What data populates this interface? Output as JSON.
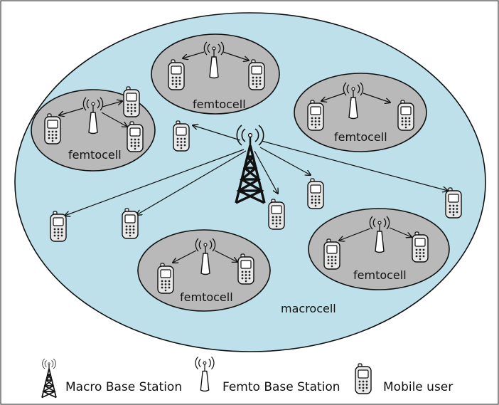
{
  "diagram": {
    "macro_label": "macrocell",
    "femtocells": [
      {
        "label": "femtocell"
      },
      {
        "label": "femtocell"
      },
      {
        "label": "femtocell"
      },
      {
        "label": "femtocell"
      },
      {
        "label": "femtocell"
      }
    ],
    "colors": {
      "macrocell_fill": "#bde0ea",
      "femtocell_fill": "#b9b9b9",
      "phone_fill": "#e8e8e8",
      "stroke": "#111111"
    }
  },
  "legend": {
    "macro_bs": "Macro Base Station",
    "femto_bs": "Femto Base Station",
    "mobile_user": "Mobile user",
    "icons": [
      "macro-tower-icon",
      "femto-antenna-icon",
      "mobile-phone-icon"
    ]
  }
}
